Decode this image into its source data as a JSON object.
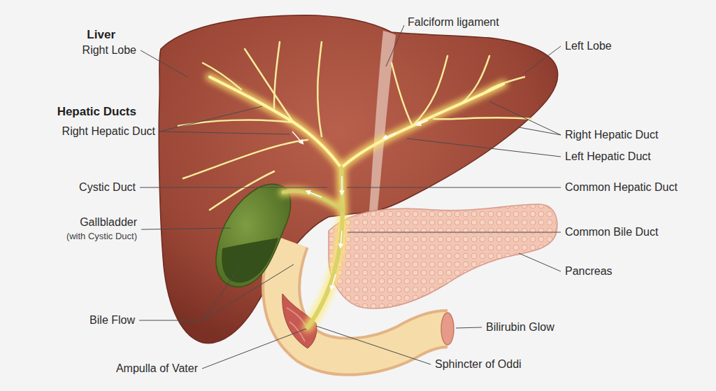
{
  "diagram": {
    "labels": [
      "Liver",
      "Right Lobe",
      "Hepatic Ducts",
      "Right Hepatic Duct",
      "Cystic Duct",
      "Gallbladder",
      "(with Cystic Duct)",
      "Bile Flow",
      "Ampulla of Vater",
      "Falciform ligament",
      "Left Lobe",
      "Right Hepatic Duct",
      "Left Hepatic Duct",
      "Common Hepatic Duct",
      "Common Bile Duct",
      "Pancreas",
      "Bilirubin Glow",
      "Sphincter of Oddi"
    ]
  }
}
